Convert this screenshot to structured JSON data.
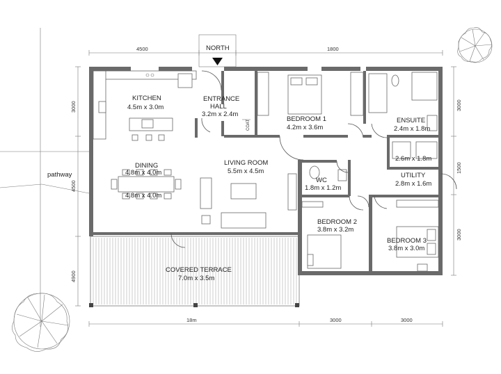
{
  "rooms": {
    "kitchen": {
      "name": "KITCHEN",
      "size": "4.5m x 3.0m"
    },
    "entrance": {
      "name1": "ENTRANCE",
      "name2": "HALL",
      "size": "3.2m x 2.4m"
    },
    "bedroom1": {
      "name": "BEDROOM 1",
      "size": "4.2m x 3.6m"
    },
    "ensuite": {
      "name": "ENSUITE",
      "size": "2.4m x 1.8m"
    },
    "dining": {
      "name": "DINING",
      "size": "4.8m x 4.0m",
      "table_label": "4.8m x 4.0m"
    },
    "living": {
      "name": "LIVING ROOM",
      "size": "5.5m x 4.5m"
    },
    "wc": {
      "name": "WC",
      "size": "1.8m x 1.2m"
    },
    "laundry": {
      "size": "2.6m x 1.8m"
    },
    "utility": {
      "name": "UTILITY",
      "size": "2.8m x 1.6m"
    },
    "bedroom2": {
      "name": "BEDROOM 2",
      "size": "3.8m x 3.2m"
    },
    "bedroom3": {
      "name": "BEDROOM 3",
      "size": "3.8m x 3.0m"
    },
    "terrace": {
      "name": "COVERED TERRACE",
      "size": "7.0m x 3.5m"
    }
  },
  "labels": {
    "north": "NORTH",
    "pathway": "pathway",
    "coat": "COAT"
  },
  "dimensions": {
    "top_left": "4500",
    "top_right": "1800",
    "right_1": "3000",
    "right_2": "1500",
    "right_3": "3000",
    "left_1": "3000",
    "left_2": "4500",
    "left_3": "4900",
    "bottom_total": "18m",
    "bottom_2": "3000",
    "bottom_3": "3000"
  }
}
